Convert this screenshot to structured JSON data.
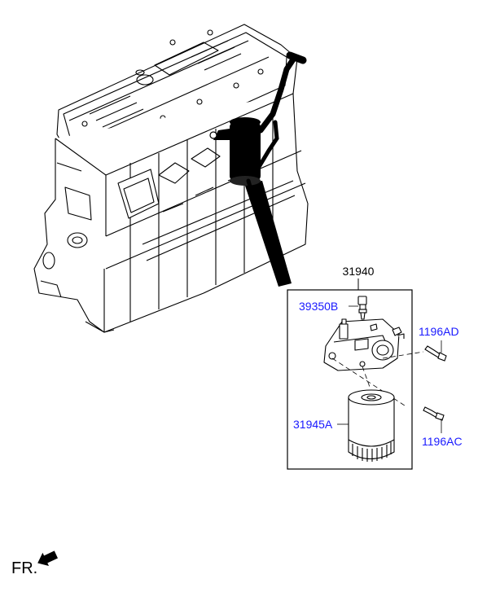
{
  "labels": {
    "part_31940": "31940",
    "part_39350B": "39350B",
    "part_1196AD": "1196AD",
    "part_31945A": "31945A",
    "part_1196AC": "1196AC"
  },
  "orientation": {
    "text": "FR."
  },
  "colors": {
    "link": "#1a1aff",
    "header_label": "#000000",
    "line": "#000000"
  }
}
